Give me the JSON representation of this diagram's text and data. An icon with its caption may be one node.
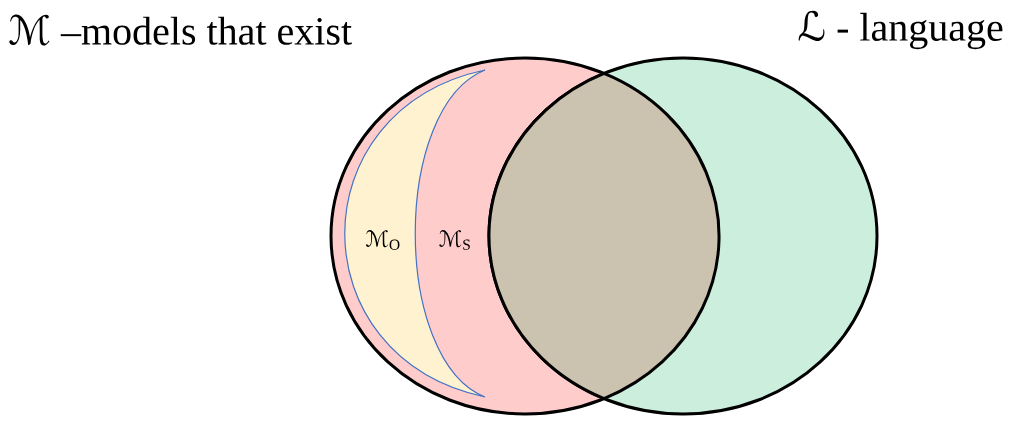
{
  "diagram": {
    "nodes": [
      {
        "text": [
          "ℳ –models that exist"
        ]
      },
      {
        "text": [
          "ℒ - language"
        ]
      },
      {
        "text": [
          "ℳ$_{O}$"
        ],
        "in": 0
      }
    ],
    "labels": [
      "ℳ$_{S}$"
    ]
  }
}
